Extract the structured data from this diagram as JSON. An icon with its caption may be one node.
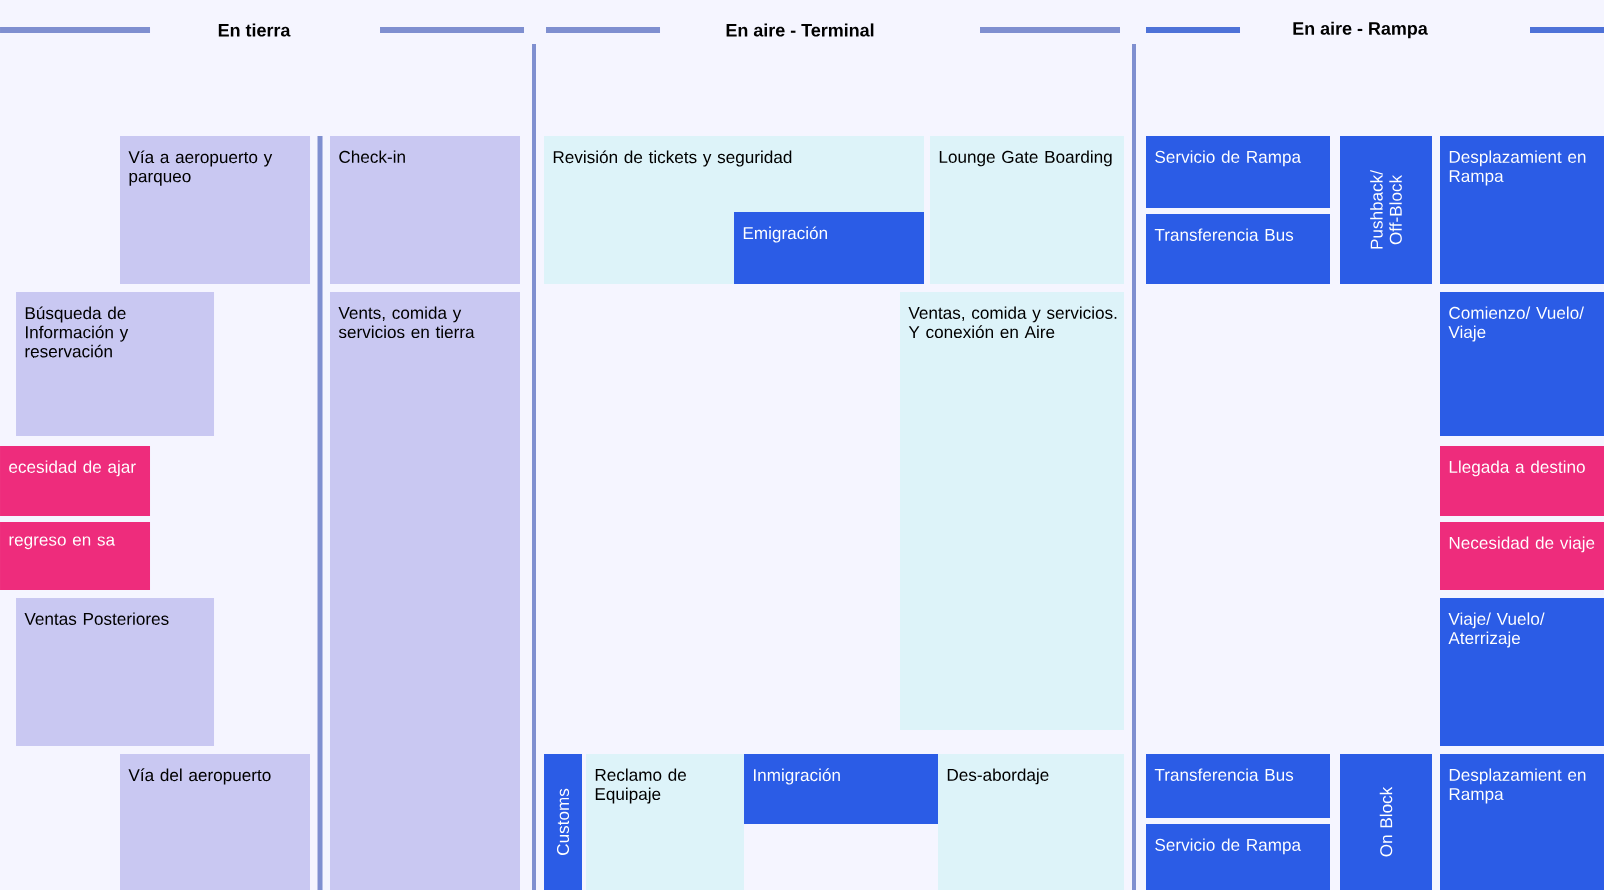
{
  "diagram": {
    "nodes": [
      {
        "text": [
          "Vía a aeropuerto y parqueo"
        ]
      },
      {
        "text": [
          "Check-in"
        ]
      },
      {
        "text": [
          "Búsqueda de Información y reservación"
        ]
      },
      {
        "text": [
          "ecesidad de ajar"
        ]
      },
      {
        "text": [
          "regreso en sa"
        ]
      },
      {
        "text": [
          "Ventas Posteriores"
        ]
      },
      {
        "text": [
          "Vents, comida y servicios en tierra"
        ]
      },
      {
        "text": [
          "Vía del aeropuerto"
        ]
      },
      {
        "text": [
          "Revisión de tickets y seguridad"
        ]
      },
      {
        "text": [
          "Emigración"
        ],
        "in": 8
      },
      {
        "text": [
          "Lounge Gate Boarding"
        ]
      },
      {
        "text": [
          "Ventas, comida y servicios. Y conexión en Aire"
        ]
      },
      {
        "text": [
          "Customs"
        ]
      },
      {
        "text": [
          "Reclamo de Equipaje"
        ]
      },
      {
        "text": [
          "Inmigración"
        ]
      },
      {
        "text": [
          "Des-abordaje"
        ]
      },
      {
        "text": [
          "Servicio de Rampa"
        ]
      },
      {
        "text": [
          "Transferencia Bus"
        ]
      },
      {
        "text": [
          "Pushback/ Off-Block"
        ]
      },
      {
        "text": [
          "Desplazamient en Rampa"
        ]
      },
      {
        "text": [
          "Comienzo/ Vuelo/ Viaje"
        ]
      },
      {
        "text": [
          "Llegada a destino"
        ]
      },
      {
        "text": [
          "Necesidad de viaje"
        ]
      },
      {
        "text": [
          "Viaje/ Vuelo/ Aterrizaje"
        ]
      },
      {
        "text": [
          "Transferencia Bus"
        ]
      },
      {
        "text": [
          "Servicio de Rampa"
        ]
      },
      {
        "text": [
          "On Block"
        ]
      },
      {
        "text": [
          "Desplazamient en Rampa"
        ]
      }
    ],
    "labels": [
      "En tierra",
      "En aire - Terminal",
      "En aire - Rampa"
    ]
  }
}
